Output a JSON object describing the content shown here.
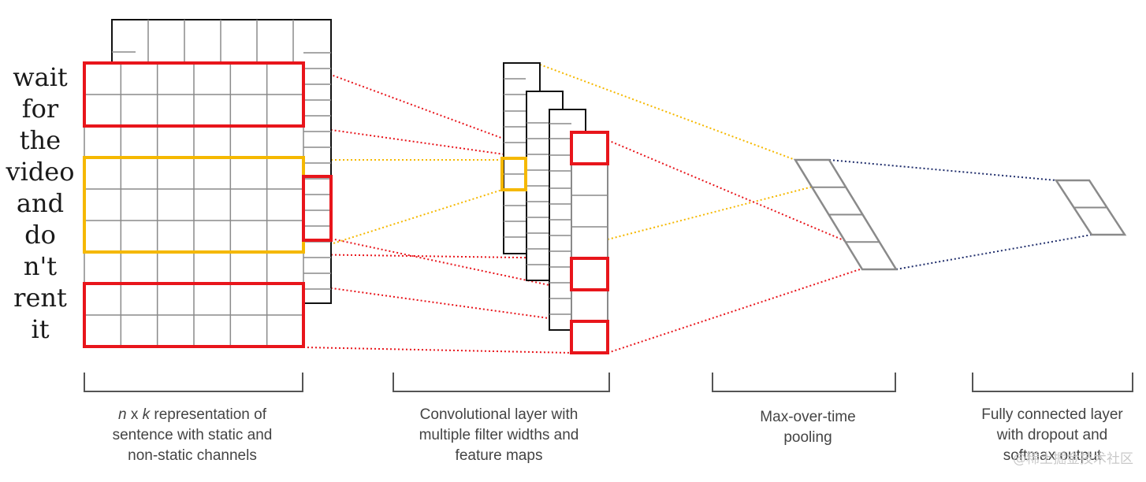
{
  "words": [
    "wait",
    "for",
    "the",
    "video",
    "and",
    "do",
    "n't",
    "rent",
    "it"
  ],
  "captions": {
    "representation": [
      {
        "parts": [
          {
            "text": "n",
            "italic": true
          },
          {
            "text": " x ",
            "italic": false
          },
          {
            "text": "k",
            "italic": true
          },
          {
            "text": " representation of",
            "italic": false
          }
        ]
      },
      {
        "parts": [
          {
            "text": "sentence with static and",
            "italic": false
          }
        ]
      },
      {
        "parts": [
          {
            "text": "non-static channels",
            "italic": false
          }
        ]
      }
    ],
    "convolution": [
      "Convolutional layer with",
      "multiple filter widths and",
      "feature maps"
    ],
    "pooling": [
      "Max-over-time",
      "pooling"
    ],
    "fully_connected": [
      "Fully connected layer",
      "with dropout and",
      "softmax output"
    ]
  },
  "watermark": "@稀土掘金技术社区",
  "colors": {
    "red": "#e8151b",
    "yellow": "#f5b800",
    "navy": "#1f2d6b",
    "grid": "#8a8a8a",
    "outline": "#111111",
    "bracket": "#555555"
  }
}
